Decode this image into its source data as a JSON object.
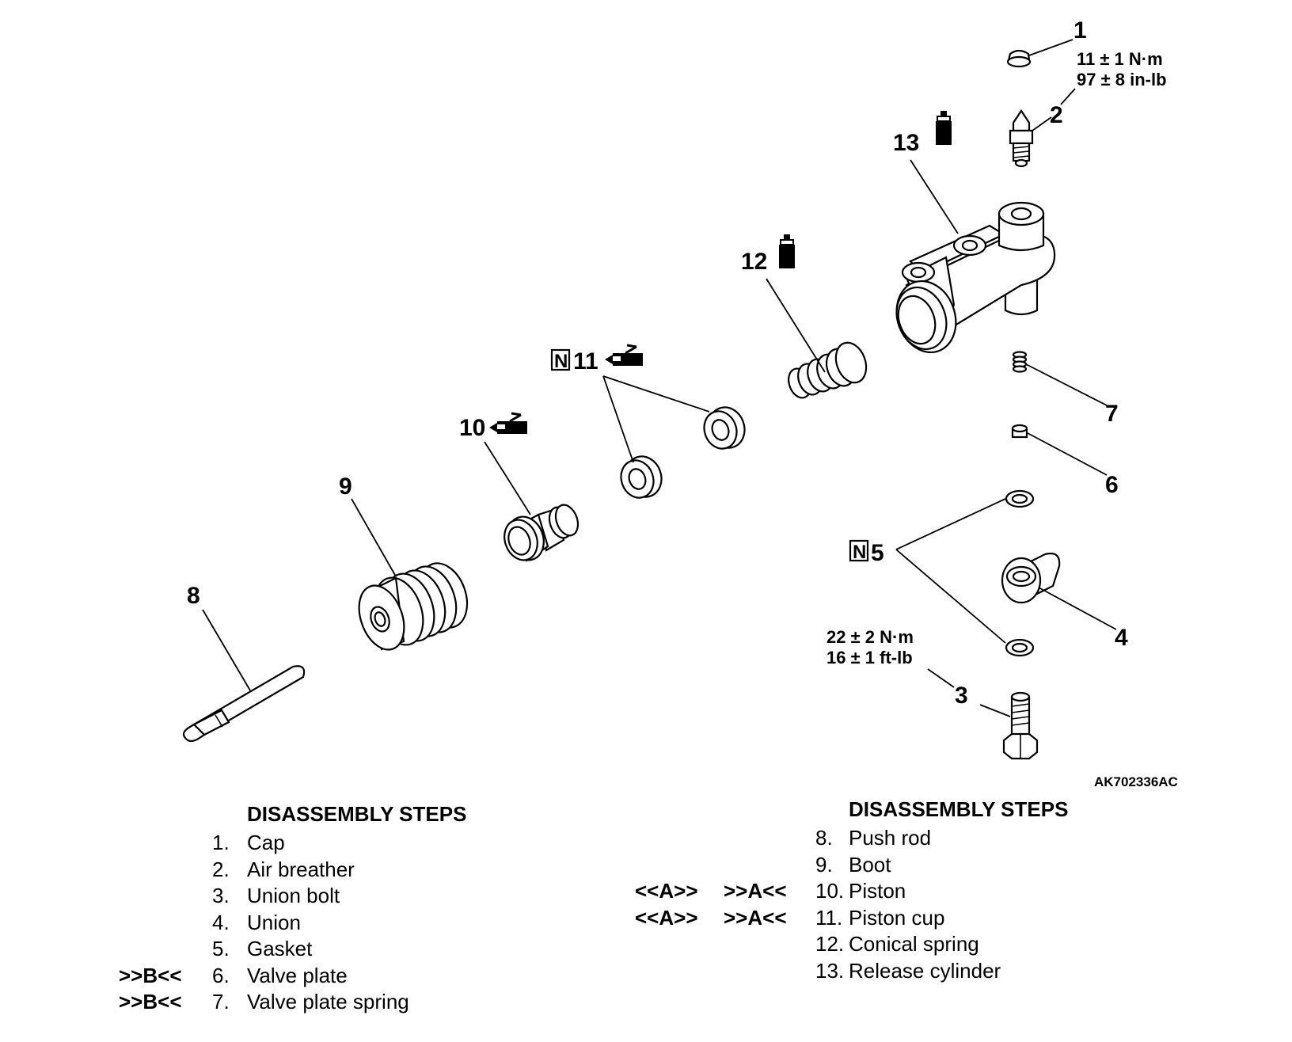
{
  "callouts": {
    "c1": "1",
    "c2": "2",
    "c3": "3",
    "c4": "4",
    "c5": "5",
    "c6": "6",
    "c7": "7",
    "c8": "8",
    "c9": "9",
    "c10": "10",
    "c11": "11",
    "c12": "12",
    "c13": "13"
  },
  "symbols": {
    "new_part": "N",
    "lubricant": "brake-fluid-icon",
    "grease": "grease-gun-icon"
  },
  "torque": {
    "cap_nm": "11 ± 1 N·m",
    "cap_inlb": "97 ± 8 in-lb",
    "bolt_nm": "22 ± 2 N·m",
    "bolt_ftlb": "16 ± 1 ft-lb"
  },
  "figure_id": "AK702336AC",
  "left_steps": {
    "heading": "DISASSEMBLY STEPS",
    "items": [
      {
        "mark": "",
        "num": "1.",
        "label": "Cap"
      },
      {
        "mark": "",
        "num": "2.",
        "label": "Air breather"
      },
      {
        "mark": "",
        "num": "3.",
        "label": "Union bolt"
      },
      {
        "mark": "",
        "num": "4.",
        "label": "Union"
      },
      {
        "mark": "",
        "num": "5.",
        "label": "Gasket"
      },
      {
        "mark": ">>B<<",
        "num": "6.",
        "label": "Valve plate"
      },
      {
        "mark": ">>B<<",
        "num": "7.",
        "label": "Valve plate spring"
      }
    ]
  },
  "right_steps": {
    "heading": "DISASSEMBLY STEPS",
    "items": [
      {
        "mark_a": "",
        "mark_b": "",
        "num": "8.",
        "label": "Push rod"
      },
      {
        "mark_a": "",
        "mark_b": "",
        "num": "9.",
        "label": "Boot"
      },
      {
        "mark_a": "<<A>>",
        "mark_b": ">>A<<",
        "num": "10.",
        "label": "Piston"
      },
      {
        "mark_a": "<<A>>",
        "mark_b": ">>A<<",
        "num": "11.",
        "label": "Piston cup"
      },
      {
        "mark_a": "",
        "mark_b": "",
        "num": "12.",
        "label": "Conical spring"
      },
      {
        "mark_a": "",
        "mark_b": "",
        "num": "13.",
        "label": "Release cylinder"
      }
    ]
  }
}
